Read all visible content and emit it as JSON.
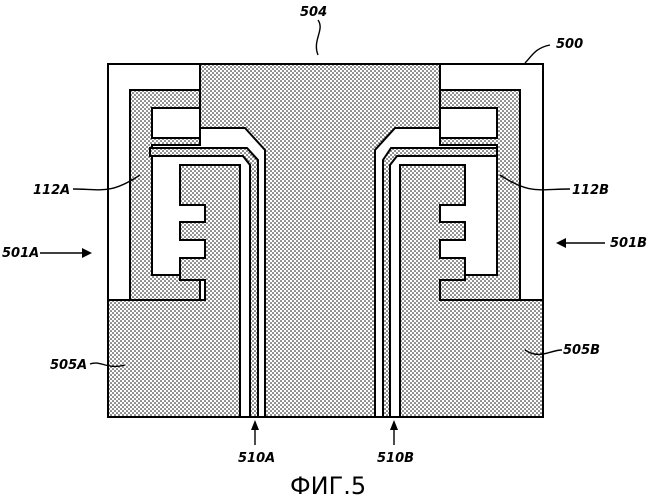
{
  "figure": {
    "caption": "ФИГ.5",
    "labels": {
      "substrate": "500",
      "ground_plane": "504",
      "antenna_a": "112A",
      "antenna_b": "112B",
      "region_a": "501A",
      "region_b": "501B",
      "ground_a": "505A",
      "ground_b": "505B",
      "feed_a": "510A",
      "feed_b": "510B"
    }
  }
}
